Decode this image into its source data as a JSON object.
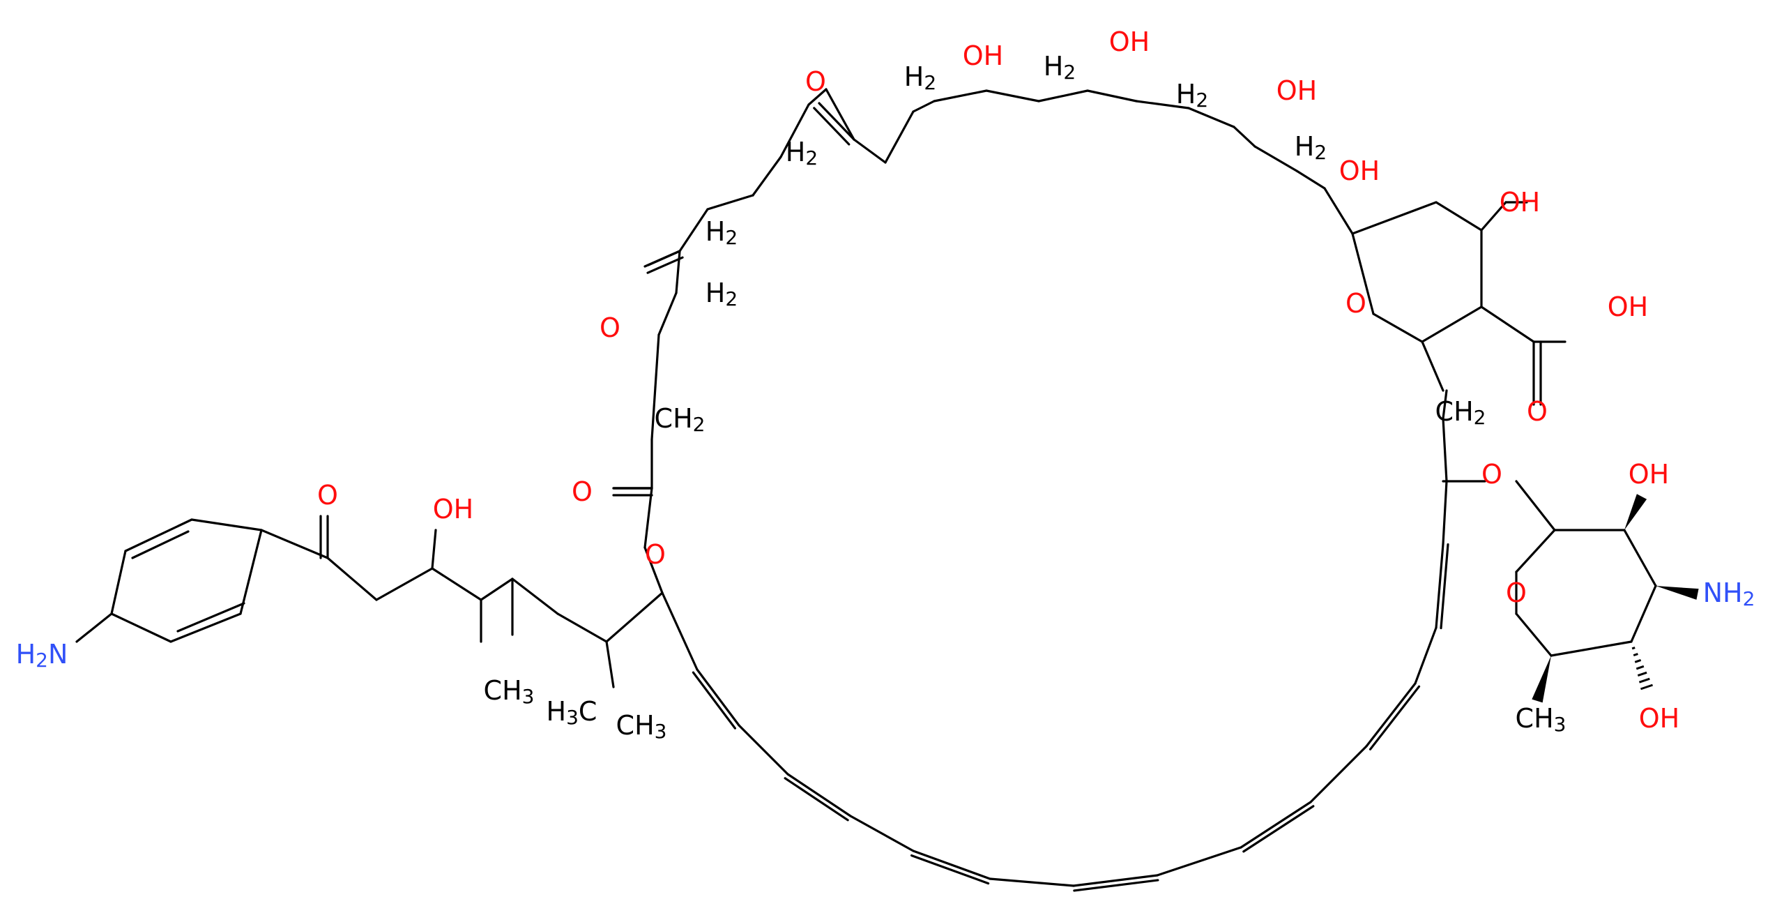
{
  "colors": {
    "bond": "#000000",
    "oxygen": "#ff0d0d",
    "nitrogen": "#3050f8",
    "carbon": "#000000",
    "background": "#ffffff"
  },
  "labels": {
    "ketone_top": "O",
    "ch2_t1": "H2",
    "oh_t1": "OH",
    "ch2_t2": "H2",
    "oh_t2": "OH",
    "ch2_t3": "H2",
    "oh_t3": "OH",
    "ch2_t4": "H2",
    "ch2_l1": "H2",
    "ch2_l2": "H2",
    "ch2_l3": "H2",
    "ketone_mid": "O",
    "ch2_l4": "CH2",
    "ester_o": "O",
    "ring_o": "O",
    "oh_hemiketal": "OH",
    "oh_ring4": "OH",
    "ring_pyran_o": "O",
    "cooh_oh": "OH",
    "cooh_o": "O",
    "ch2_r1": "CH2",
    "glyco_o": "O",
    "sugar_oh_top": "OH",
    "sugar_ring_o": "O",
    "sugar_nh2": "NH2",
    "sugar_oh_bot": "OH",
    "sugar_ch3": "CH3",
    "side_ketone_o": "O",
    "side_oh": "OH",
    "side_ch3_a": "CH3",
    "side_ch3_b": "H3C",
    "side_ch3_c": "CH3",
    "aryl_nh2": "H2N"
  }
}
